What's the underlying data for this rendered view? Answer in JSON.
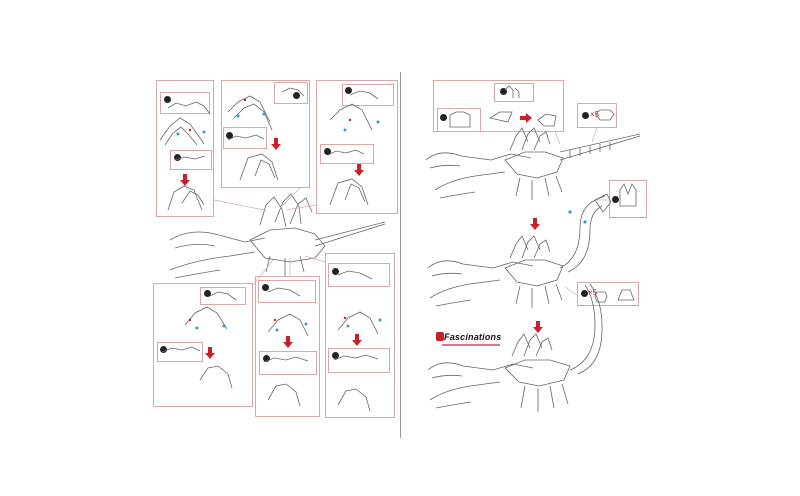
{
  "document": {
    "type": "assembly-instructions",
    "subject": "3D scorpion model"
  },
  "brand": {
    "name": "Fascinations",
    "tagline_url": ""
  },
  "labels": {
    "tail_segments_qty": "×5",
    "tail_joints_qty": "×5"
  },
  "colors": {
    "box_border": "#d9a9a9",
    "arrow": "#c8202a",
    "line": "#555555",
    "accent_blue": "#2a9fd6",
    "divider": "#999999"
  },
  "left_page": {
    "sections": [
      {
        "name": "leg-pair-1",
        "steps": 2
      },
      {
        "name": "leg-pair-2",
        "steps": 2
      },
      {
        "name": "leg-pair-3",
        "steps": 2
      },
      {
        "name": "leg-pair-4",
        "steps": 2
      },
      {
        "name": "leg-pair-5",
        "steps": 2
      },
      {
        "name": "leg-pair-6",
        "steps": 2
      }
    ]
  },
  "right_page": {
    "stages": [
      {
        "name": "body-and-tail-base"
      },
      {
        "name": "tail-segments-attached"
      },
      {
        "name": "finished-scorpion"
      }
    ]
  }
}
